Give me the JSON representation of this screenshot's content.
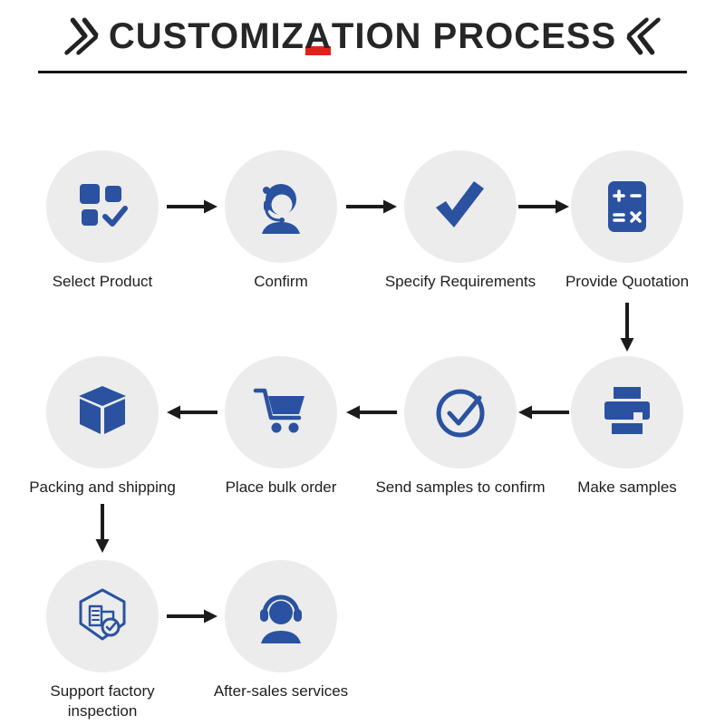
{
  "title": {
    "left_mark_icon": "double-chevron-right-icon",
    "right_mark_icon": "double-chevron-left-icon",
    "part1": "CUSTOMIZ",
    "accent_letter": "A",
    "part2": "TION PROCESS",
    "full_text": "CUSTOMIZATION PROCESS",
    "accent_color": "#e32119"
  },
  "colors": {
    "icon_blue": "#2a52a0",
    "circle_background": "#ececec",
    "arrow_ink": "#1b1b1b"
  },
  "flow_rows": [
    {
      "flow": "left-to-right",
      "steps": [
        {
          "label": "Select Product",
          "icon": "product-grid-check-icon"
        },
        {
          "label": "Confirm",
          "icon": "customer-service-icon"
        },
        {
          "label": "Specify Requirements",
          "icon": "checkmark-icon"
        },
        {
          "label": "Provide Quotation",
          "icon": "calculator-icon"
        }
      ]
    },
    {
      "flow": "right-to-left",
      "steps": [
        {
          "label": "Packing and shipping",
          "icon": "package-box-icon"
        },
        {
          "label": "Place bulk order",
          "icon": "cart-icon"
        },
        {
          "label": "Send samples to confirm",
          "icon": "check-circle-icon"
        },
        {
          "label": "Make samples",
          "icon": "printer-icon"
        }
      ]
    },
    {
      "flow": "left-to-right",
      "steps": [
        {
          "label": "Support factory inspection",
          "icon": "factory-inspection-icon"
        },
        {
          "label": "After-sales services",
          "icon": "after-sales-headset-icon"
        }
      ]
    }
  ],
  "process_order": [
    "Select Product",
    "Confirm",
    "Specify Requirements",
    "Provide Quotation",
    "Make samples",
    "Send samples to confirm",
    "Place bulk order",
    "Packing and shipping",
    "Support factory inspection",
    "After-sales services"
  ]
}
